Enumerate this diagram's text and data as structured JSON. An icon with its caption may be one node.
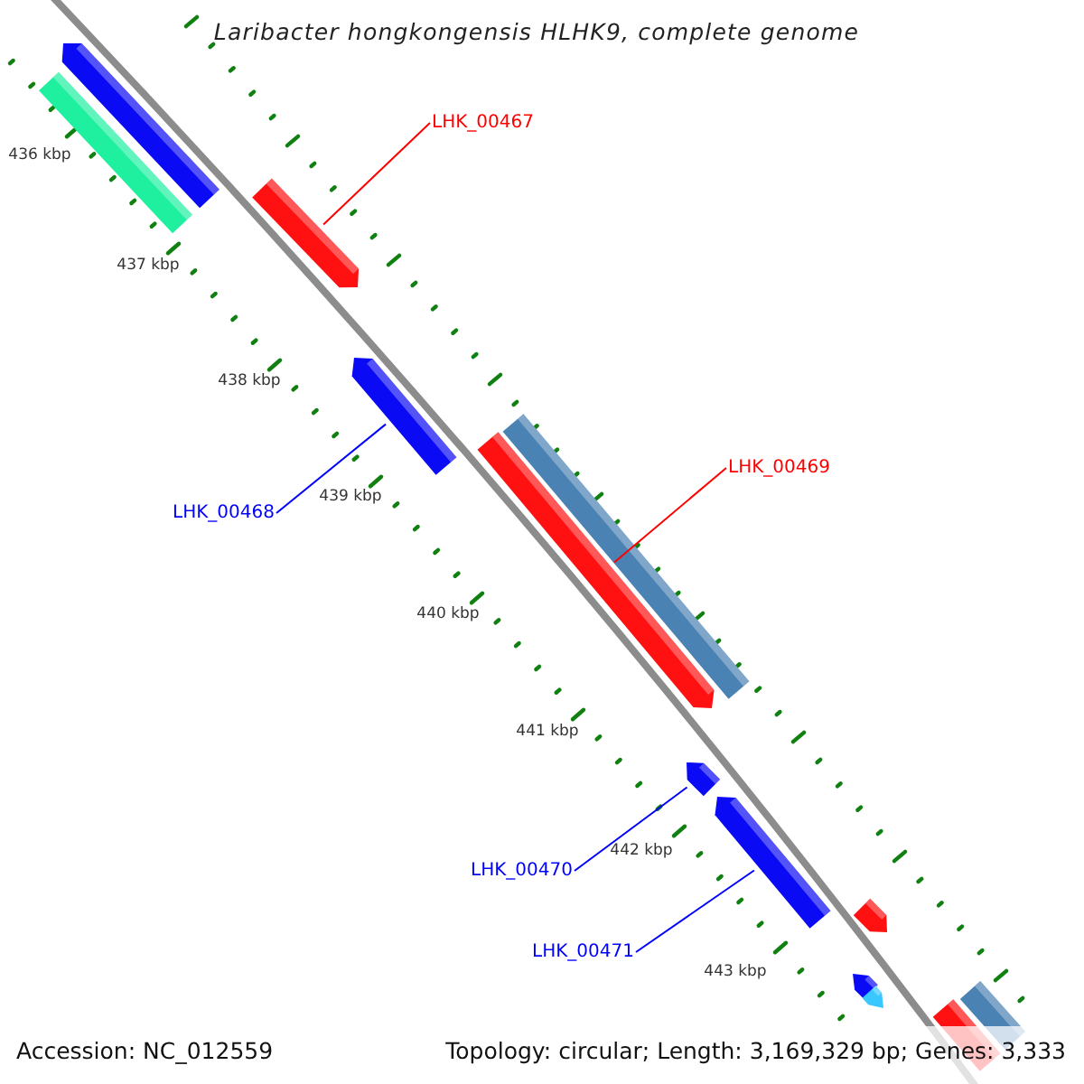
{
  "diagram": {
    "title": "Laribacter hongkongensis HLHK9, complete genome",
    "nodes": [
      {
        "text": [
          "LHK_00467"
        ]
      },
      {
        "text": [],
        "shape": "bar"
      },
      {
        "text": [],
        "shape": "bar"
      },
      {
        "text": [
          "LHK_00468"
        ]
      },
      {
        "text": [],
        "shape": "bar"
      },
      {
        "text": [
          "LHK_00469"
        ]
      },
      {
        "text": [],
        "shape": "bar"
      },
      {
        "text": [
          "LHK_00470"
        ]
      },
      {
        "text": [],
        "shape": "bar"
      },
      {
        "text": [
          "LHK_00471"
        ]
      }
    ],
    "edges": [
      {
        "from": 0,
        "to": 1,
        "arrow": "none",
        "color": "#ff0000"
      },
      {
        "from": 3,
        "to": 2,
        "arrow": "none",
        "color": "#0000ff"
      },
      {
        "from": 5,
        "to": 4,
        "arrow": "none",
        "color": "#ff0000"
      },
      {
        "from": 7,
        "to": 6,
        "arrow": "none",
        "color": "#0000ff"
      },
      {
        "from": 9,
        "to": 8,
        "arrow": "none",
        "color": "#0000ff"
      }
    ],
    "labels": [
      "436 kbp",
      "437 kbp",
      "438 kbp",
      "439 kbp",
      "440 kbp",
      "441 kbp",
      "442 kbp",
      "443 kbp",
      "Accession: NC_012559",
      "Topology: circular; Length: 3,169,329 bp; Genes: 3,333"
    ]
  }
}
